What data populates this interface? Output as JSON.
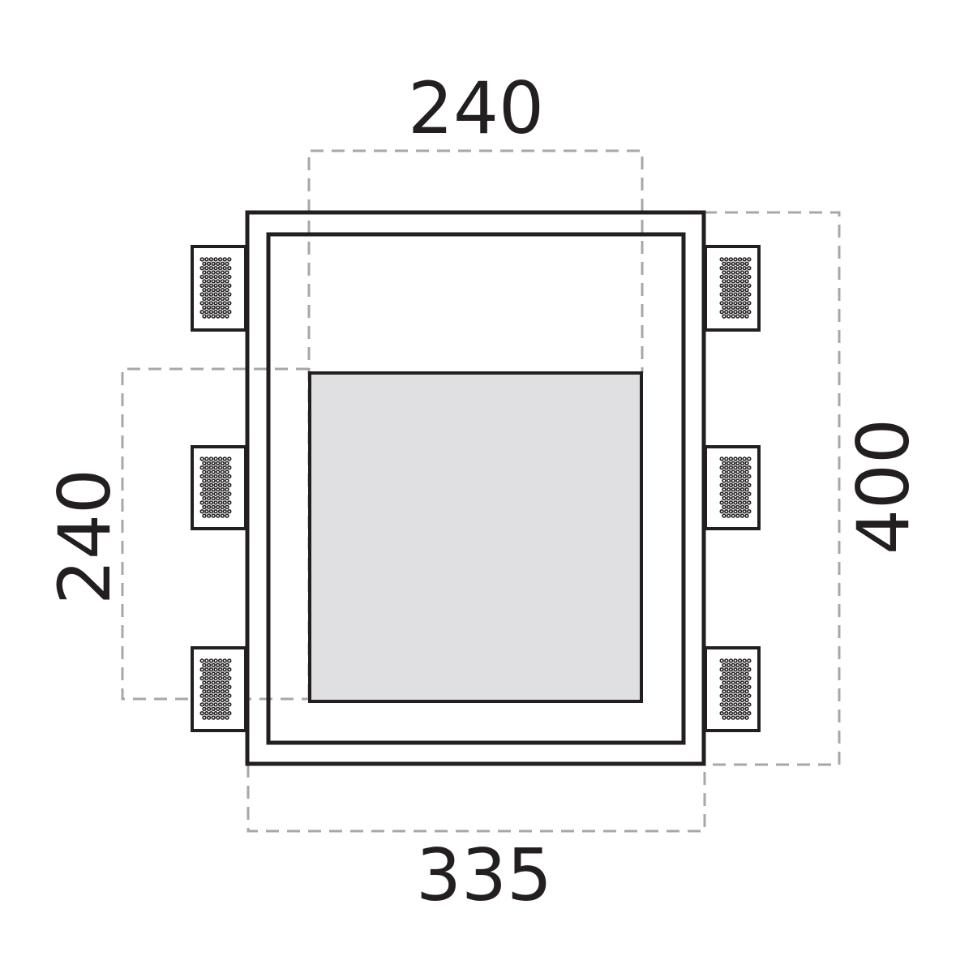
{
  "drawing": {
    "dimensions": {
      "top_width": "240",
      "left_height": "240",
      "right_height": "400",
      "bottom_width": "335"
    },
    "colors": {
      "line": "#231f20",
      "dashed": "#a7a7a7",
      "lens_fill": "#e0e0e3",
      "background": "#ffffff"
    }
  }
}
